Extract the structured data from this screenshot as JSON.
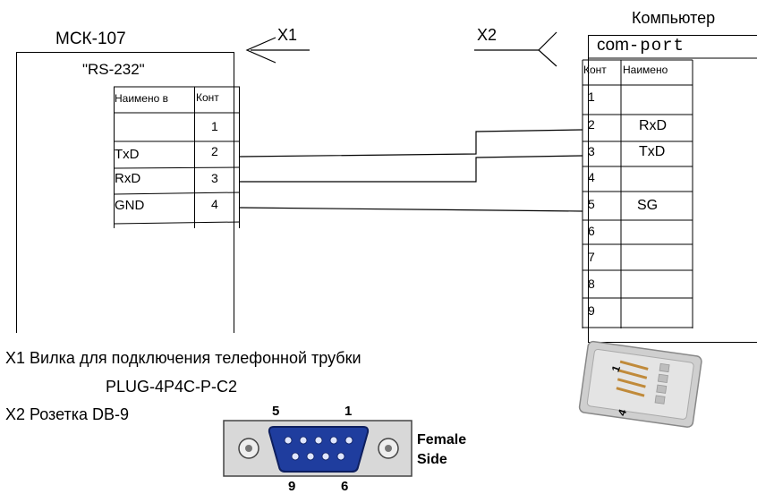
{
  "left_device": {
    "title": "МСК-107",
    "subtitle": "\"RS-232\"",
    "table_headers": [
      "Наимено в",
      "Конт"
    ],
    "rows": [
      {
        "name": "",
        "pin": "1"
      },
      {
        "name": "TxD",
        "pin": "2"
      },
      {
        "name": "RxD",
        "pin": "3"
      },
      {
        "name": "GND",
        "pin": "4"
      }
    ]
  },
  "right_device": {
    "title": "Компьютер",
    "port_label_a": "com",
    "port_label_b": "-port",
    "table_headers": [
      "Конт",
      "Наимено"
    ],
    "rows": [
      {
        "pin": "1",
        "name": ""
      },
      {
        "pin": "2",
        "name": "RxD"
      },
      {
        "pin": "3",
        "name": "TxD"
      },
      {
        "pin": "4",
        "name": ""
      },
      {
        "pin": "5",
        "name": "SG"
      },
      {
        "pin": "6",
        "name": ""
      },
      {
        "pin": "7",
        "name": ""
      },
      {
        "pin": "8",
        "name": ""
      },
      {
        "pin": "9",
        "name": ""
      }
    ]
  },
  "connectors": {
    "x1_label": "X1",
    "x2_label": "X2"
  },
  "notes": {
    "x1_line": "X1 Вилка для подключения телефонной трубки",
    "x1_part": "PLUG-4P4C-P-C2",
    "x2_line": "X2 Розетка DB-9"
  },
  "db9": {
    "pin_5": "5",
    "pin_1": "1",
    "pin_9": "9",
    "pin_6": "6",
    "side_label_1": "Female",
    "side_label_2": "Side"
  },
  "rj_plug": {
    "pin_1": "1",
    "pin_4": "4"
  },
  "colors": {
    "db9_shell": "#1f3d9e",
    "db9_plate": "#d8d8d8",
    "plug_body": "#c8c8c8",
    "plug_contact": "#c08a3a"
  }
}
